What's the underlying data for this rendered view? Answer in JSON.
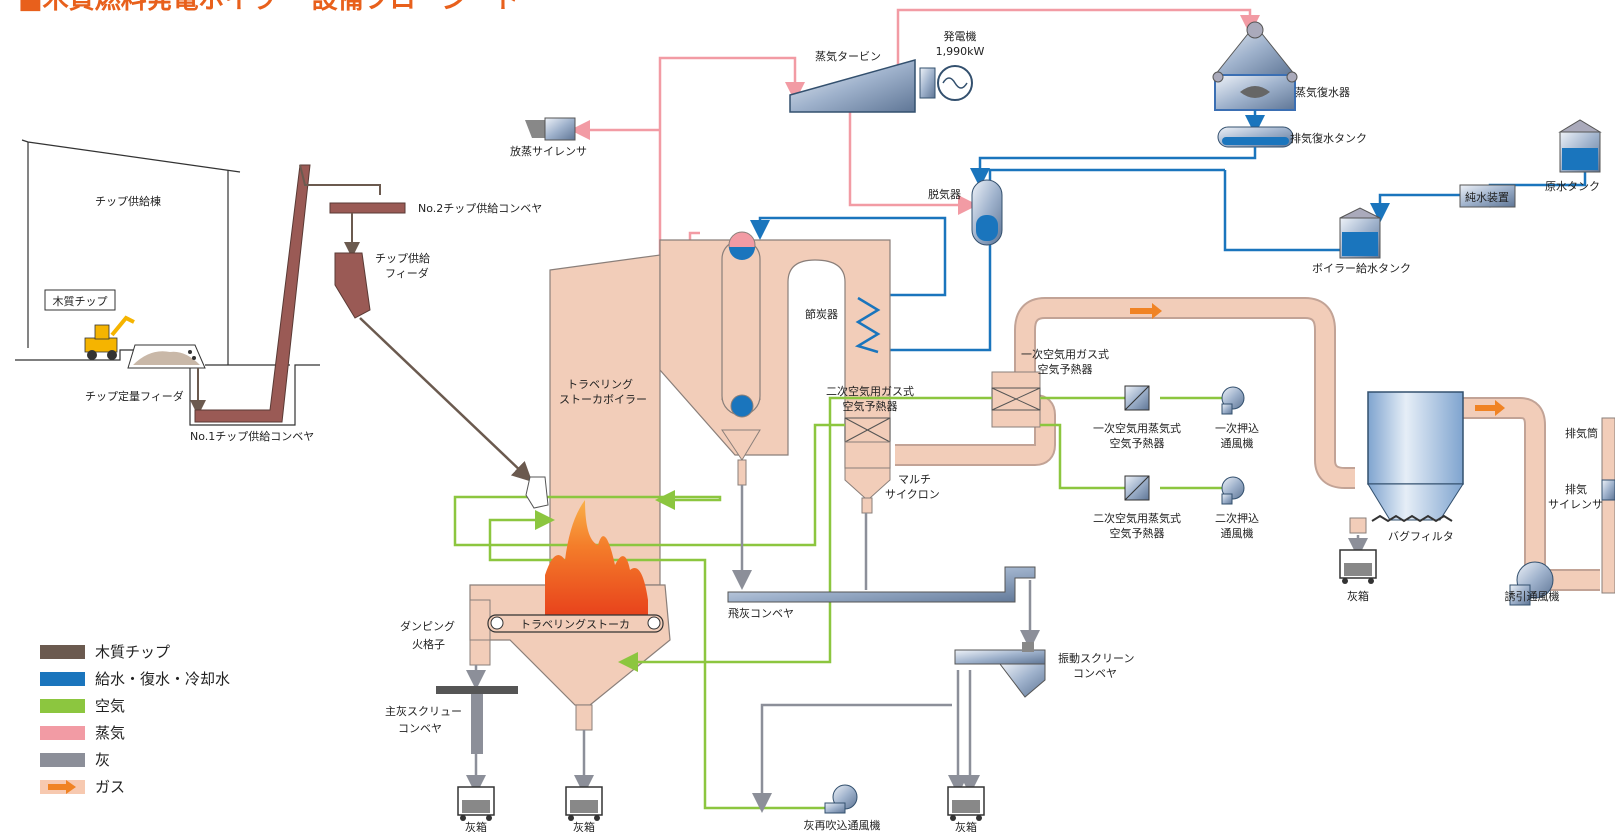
{
  "title": "■木質燃料発電ボイラー 設備フローシート",
  "colors": {
    "chip": "#6b5a4f",
    "water": "#1a75bd",
    "air": "#8cc63f",
    "steam": "#f29ba4",
    "ash": "#8c8f99",
    "gas": "#f7c9b0",
    "gas_arrow": "#f08324",
    "boiler": "#f2cdb9",
    "boiler_edge": "#8a7f7a",
    "conveyor": "#9a5a55"
  },
  "labels": {
    "chip_building": "チップ供給棟",
    "wood_chip": "木質チップ",
    "chip_feeder": "チップ定量フィーダ",
    "conveyor1": "No.1チップ供給コンベヤ",
    "conveyor2": "No.2チップ供給コンベヤ",
    "supply_feeder_1": "チップ供給",
    "supply_feeder_2": "フィーダ",
    "silencer_vent": "放蒸サイレンサ",
    "turbine": "蒸気タービン",
    "generator_1": "発電機",
    "generator_2": "1,990kW",
    "condenser": "蒸気復水器",
    "condensate_tank": "排気復水タンク",
    "deaerator": "脱気器",
    "pure_water": "純水装置",
    "raw_tank": "原水タンク",
    "feed_tank": "ボイラー給水タンク",
    "economizer": "節炭器",
    "boiler_1": "トラベリング",
    "boiler_2": "ストーカボイラー",
    "secondary_gas_heater_1": "二次空気用ガス式",
    "secondary_gas_heater_2": "空気予熱器",
    "primary_gas_heater_1": "一次空気用ガス式",
    "primary_gas_heater_2": "空気予熱器",
    "primary_steam_heater_1": "一次空気用蒸気式",
    "primary_steam_heater_2": "空気予熱器",
    "secondary_steam_heater_1": "二次空気用蒸気式",
    "secondary_steam_heater_2": "空気予熱器",
    "primary_fan_1": "一次押込",
    "primary_fan_2": "通風機",
    "secondary_fan_1": "二次押込",
    "secondary_fan_2": "通風機",
    "multicyclone_1": "マルチ",
    "multicyclone_2": "サイクロン",
    "bag_filter": "バグフィルタ",
    "stack": "排気筒",
    "exhaust_silencer_1": "排気",
    "exhaust_silencer_2": "サイレンサ",
    "id_fan": "誘引通風機",
    "ash_box": "灰箱",
    "fly_ash_conveyor": "飛灰コンベヤ",
    "stoker": "トラベリングストーカ",
    "dumping_1": "ダンピング",
    "dumping_2": "火格子",
    "screw_1": "主灰スクリュー",
    "screw_2": "コンベヤ",
    "vib_screen_1": "振動スクリーン",
    "vib_screen_2": "コンベヤ",
    "reblow_fan": "灰再吹込通風機"
  },
  "legend": [
    {
      "label": "木質チップ",
      "color_key": "chip"
    },
    {
      "label": "給水・復水・冷却水",
      "color_key": "water"
    },
    {
      "label": "空気",
      "color_key": "air"
    },
    {
      "label": "蒸気",
      "color_key": "steam"
    },
    {
      "label": "灰",
      "color_key": "ash"
    },
    {
      "label": "ガス",
      "color_key": "gas"
    }
  ]
}
